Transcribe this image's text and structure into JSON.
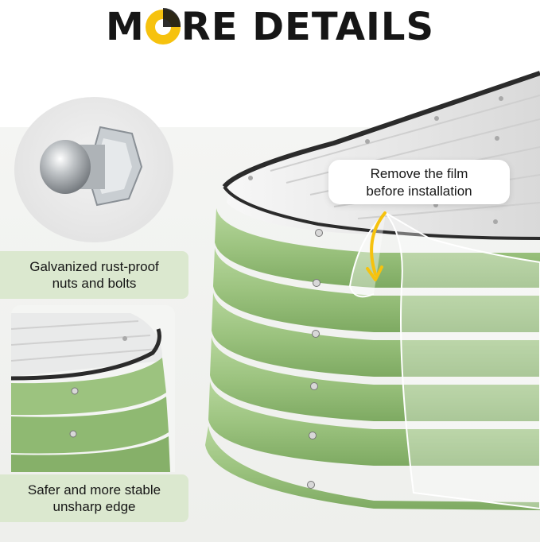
{
  "heading": {
    "part1": "M",
    "part2": "RE DETAILS"
  },
  "features": [
    {
      "label_line1": "Galvanized rust-proof",
      "label_line2": "nuts and bolts"
    },
    {
      "label_line1": "Safer and more stable",
      "label_line2": "unsharp edge"
    }
  ],
  "callout": {
    "line1": "Remove the film",
    "line2": "before installation"
  },
  "colors": {
    "brand_yellow": "#f6c20e",
    "bed_green": "#9cc37f",
    "label_bg": "#dbe8cf"
  },
  "icons": [
    "acorn-nut",
    "curved-arrow"
  ]
}
